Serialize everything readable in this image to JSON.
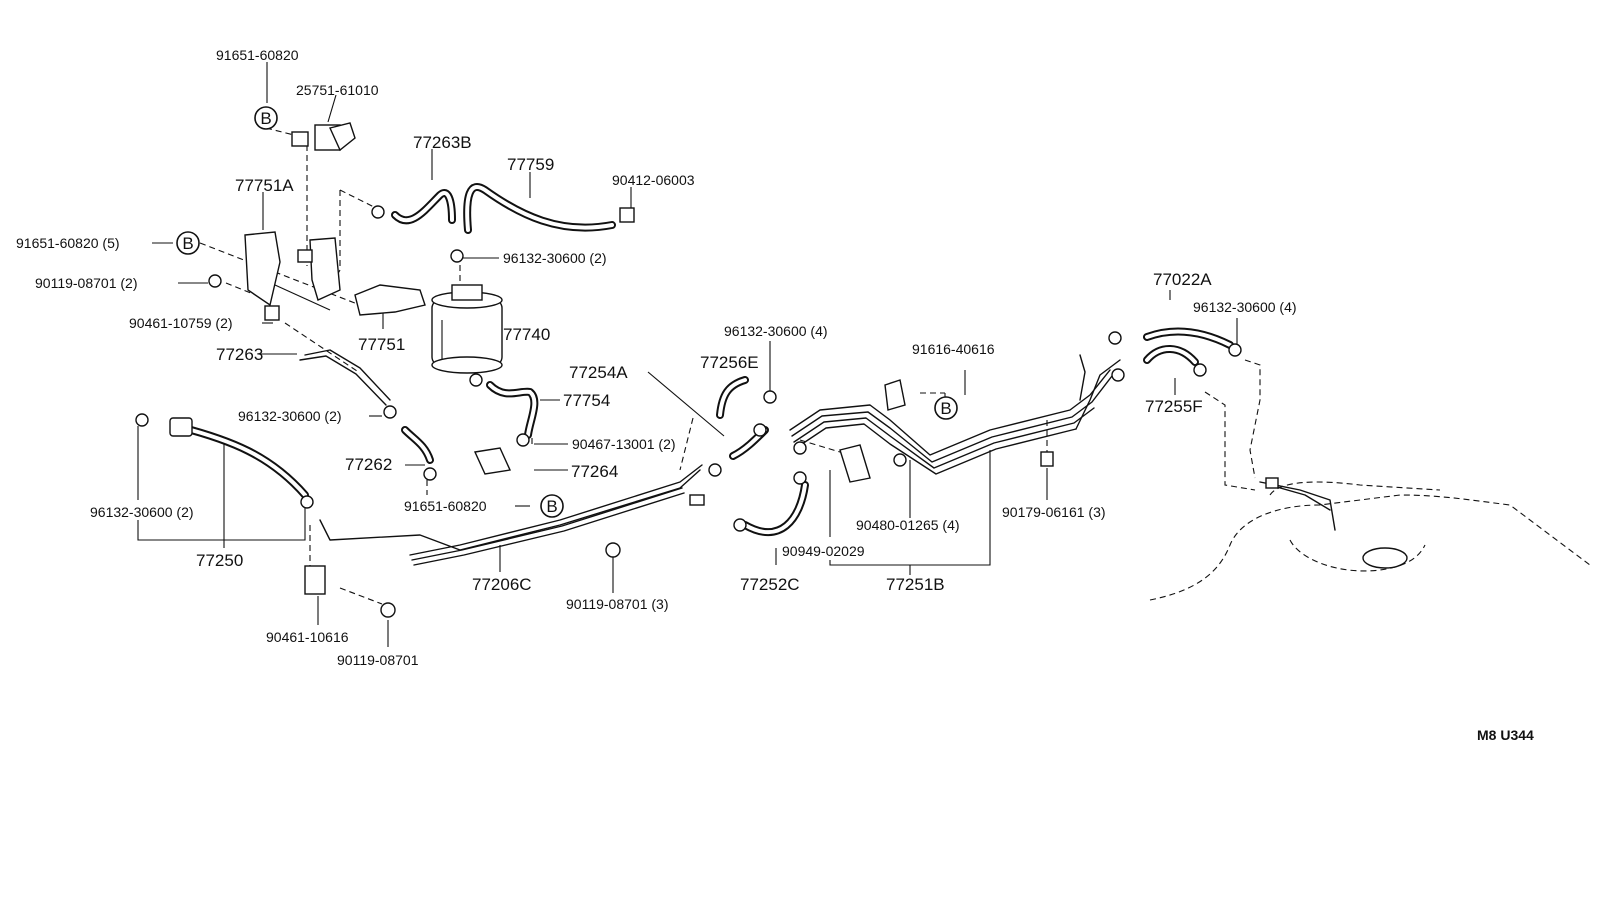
{
  "labels": {
    "p91651_60820_top": "91651-60820",
    "p25751_61010": "25751-61010",
    "p77263B": "77263B",
    "p77759": "77759",
    "p90412_06003": "90412-06003",
    "p77751A": "77751A",
    "p91651_60820_5": "91651-60820 (5)",
    "p96132_30600_2_top": "96132-30600 (2)",
    "p90119_08701_2": "90119-08701 (2)",
    "p90461_10759_2": "90461-10759 (2)",
    "p77751": "77751",
    "p77740": "77740",
    "p77263": "77263",
    "p77754": "77754",
    "p96132_30600_2_mid": "96132-30600 (2)",
    "p90467_13001_2": "90467-13001 (2)",
    "p77262": "77262",
    "p77264": "77264",
    "p91651_60820_bot": "91651-60820",
    "p96132_30600_2_left": "96132-30600 (2)",
    "p77250": "77250",
    "p77206C": "77206C",
    "p90119_08701_3": "90119-08701 (3)",
    "p90461_10616": "90461-10616",
    "p90119_08701": "90119-08701",
    "p77254A": "77254A",
    "p77256E": "77256E",
    "p96132_30600_4_mid": "96132-30600 (4)",
    "p91616_40616": "91616-40616",
    "p77252C": "77252C",
    "p90949_02029": "90949-02029",
    "p90480_01265_4": "90480-01265 (4)",
    "p77251B": "77251B",
    "p90179_06161_3": "90179-06161 (3)",
    "p77022A": "77022A",
    "p96132_30600_4_right": "96132-30600 (4)",
    "p77255F": "77255F",
    "ref": "M8  U344"
  },
  "callouts": {
    "b": "B"
  }
}
